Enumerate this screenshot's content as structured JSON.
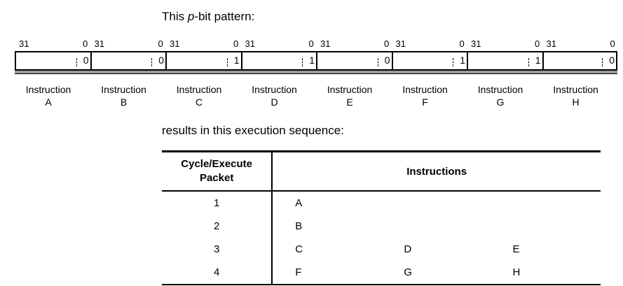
{
  "intro": {
    "prefix": "This ",
    "var": "p",
    "suffix": "-bit pattern:"
  },
  "bit_high": "31",
  "bit_low": "0",
  "words": [
    {
      "pbit": "0",
      "label_line1": "Instruction",
      "label_line2": "A"
    },
    {
      "pbit": "0",
      "label_line1": "Instruction",
      "label_line2": "B"
    },
    {
      "pbit": "1",
      "label_line1": "Instruction",
      "label_line2": "C"
    },
    {
      "pbit": "1",
      "label_line1": "Instruction",
      "label_line2": "D"
    },
    {
      "pbit": "0",
      "label_line1": "Instruction",
      "label_line2": "E"
    },
    {
      "pbit": "1",
      "label_line1": "Instruction",
      "label_line2": "F"
    },
    {
      "pbit": "1",
      "label_line1": "Instruction",
      "label_line2": "G"
    },
    {
      "pbit": "0",
      "label_line1": "Instruction",
      "label_line2": "H"
    }
  ],
  "results_text": "results in this execution sequence:",
  "table": {
    "header_cycle_line1": "Cycle/Execute",
    "header_cycle_line2": "Packet",
    "header_instructions": "Instructions",
    "rows": [
      {
        "cycle": "1",
        "i1": "A",
        "i2": "",
        "i3": ""
      },
      {
        "cycle": "2",
        "i1": "B",
        "i2": "",
        "i3": ""
      },
      {
        "cycle": "3",
        "i1": "C",
        "i2": "D",
        "i3": "E"
      },
      {
        "cycle": "4",
        "i1": "F",
        "i2": "G",
        "i3": "H"
      }
    ]
  }
}
